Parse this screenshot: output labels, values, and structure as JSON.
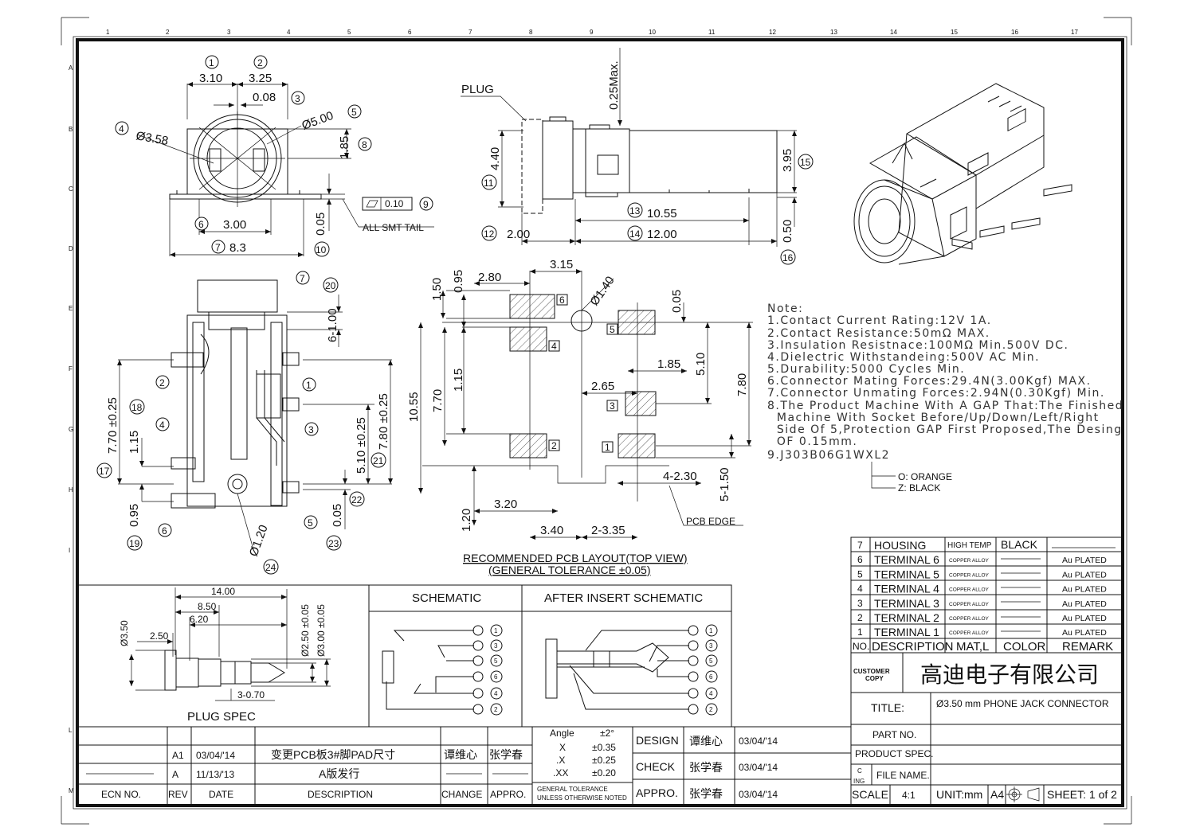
{
  "zone_numbers": [
    "1",
    "2",
    "3",
    "4",
    "5",
    "6",
    "7",
    "8",
    "9",
    "10",
    "11",
    "12",
    "13",
    "14",
    "15",
    "16",
    "17"
  ],
  "zone_letters": [
    "A",
    "B",
    "C",
    "D",
    "E",
    "F",
    "G",
    "H",
    "I",
    "L",
    "M"
  ],
  "front_view": {
    "dims": {
      "d310": "3.10",
      "d325": "3.25",
      "d008": "0.08",
      "d358": "Ø3.58",
      "d500": "Ø5.00",
      "d185": "1.85",
      "d300": "3.00",
      "d83": "8.3",
      "d005": "0.05",
      "flat": "0.10"
    },
    "callouts": [
      "1",
      "2",
      "3",
      "4",
      "5",
      "6",
      "7",
      "8",
      "9",
      "10"
    ],
    "smt": "ALL SMT TAIL"
  },
  "side_view": {
    "plug": "PLUG",
    "dims": {
      "d025max": "0.25Max.",
      "d440": "4.40",
      "d395": "3.95",
      "d1055": "10.55",
      "d200": "2.00",
      "d1200": "12.00",
      "d050": "0.50"
    },
    "callouts": [
      "11",
      "12",
      "13",
      "14",
      "15",
      "16"
    ]
  },
  "bottom_view": {
    "dims": {
      "d100": "6-1.00",
      "d770": "7.70 ±0.25",
      "d115": "1.15",
      "d095": "0.95",
      "d510": "5.10 ±0.25",
      "d780": "7.80 ±0.25",
      "d005": "0.05",
      "d120": "Ø1.20"
    },
    "callouts": [
      "1",
      "2",
      "3",
      "4",
      "5",
      "6",
      "7",
      "17",
      "18",
      "19",
      "20",
      "21",
      "22",
      "23",
      "24"
    ]
  },
  "pcb_layout": {
    "dims": {
      "d150": "1.50",
      "d095": "0.95",
      "d280": "2.80",
      "d315": "3.15",
      "d140": "Ø1.40",
      "d005": "0.05",
      "d1055": "10.55",
      "d770": "7.70",
      "d115": "1.15",
      "d185": "1.85",
      "d510": "5.10",
      "d780": "7.80",
      "d265": "2.65",
      "d230": "4-2.30",
      "d150b": "5-1.50",
      "d120": "1.20",
      "d320": "3.20",
      "d340": "3.40",
      "d335": "2-3.35"
    },
    "pads": [
      "6",
      "4",
      "5",
      "3",
      "2",
      "1"
    ],
    "pcb_edge": "PCB EDGE",
    "caption1": "RECOMMENDED PCB LAYOUT(TOP VIEW)",
    "caption2": "(GENERAL TOLERANCE ±0.05)"
  },
  "notes": {
    "title": "Note:",
    "lines": [
      "1.Contact Current Rating:12V 1A.",
      "2.Contact Resistance:50mΩ MAX.",
      "3.Insulation Resistnace:100MΩ Min.500V DC.",
      "4.Dielectric Withstandeing:500V AC Min.",
      "5.Durability:5000 Cycles Min.",
      "6.Connector Mating Forces:29.4N(3.00Kgf) MAX.",
      "7.Connector Unmating Forces:2.94N(0.30Kgf) Min.",
      "8.The Product Machine With A GAP That:The Finished",
      "  Machine With Socket Before/Up/Down/Left/Right",
      "  Side Of 5,Protection GAP First Proposed,The Desing",
      "  OF 0.15mm.",
      "9.J303B06G1WXL2"
    ],
    "opt_o": "O: ORANGE",
    "opt_z": "Z: BLACK"
  },
  "plug_spec": {
    "title": "PLUG SPEC",
    "dims": {
      "d1400": "14.00",
      "d850": "8.50",
      "d620": "6.20",
      "d250": "2.50",
      "d350": "Ø3.50",
      "d250b": "Ø2.50 ±0.05",
      "d300": "Ø3.00 ±0.05",
      "d070": "3-0.70"
    }
  },
  "schematic": {
    "title": "SCHEMATIC",
    "after": "AFTER INSERT SCHEMATIC",
    "pins": [
      "1",
      "3",
      "5",
      "6",
      "4",
      "2"
    ]
  },
  "bom": {
    "header": {
      "no": "NO.",
      "desc": "DESCRIPTION",
      "mat": "MAT,L",
      "color": "COLOR",
      "remark": "REMARK"
    },
    "rows": [
      {
        "no": "7",
        "desc": "HOUSING",
        "mat": "HIGH TEMP",
        "color": "BLACK",
        "remark": ""
      },
      {
        "no": "6",
        "desc": "TERMINAL 6",
        "mat": "COPPER ALLOY",
        "color": "",
        "remark": "Au PLATED"
      },
      {
        "no": "5",
        "desc": "TERMINAL 5",
        "mat": "COPPER ALLOY",
        "color": "",
        "remark": "Au PLATED"
      },
      {
        "no": "4",
        "desc": "TERMINAL 4",
        "mat": "COPPER ALLOY",
        "color": "",
        "remark": "Au PLATED"
      },
      {
        "no": "3",
        "desc": "TERMINAL 3",
        "mat": "COPPER ALLOY",
        "color": "",
        "remark": "Au PLATED"
      },
      {
        "no": "2",
        "desc": "TERMINAL 2",
        "mat": "COPPER ALLOY",
        "color": "",
        "remark": "Au PLATED"
      },
      {
        "no": "1",
        "desc": "TERMINAL 1",
        "mat": "COPPER ALLOY",
        "color": "",
        "remark": "Au PLATED"
      }
    ]
  },
  "title_block": {
    "customer_copy1": "CUSTOMER",
    "customer_copy2": "COPY",
    "company": "高迪电子有限公司",
    "title_label": "TITLE:",
    "title_value": "Ø3.50 mm PHONE JACK CONNECTOR",
    "part_no": "PART NO.",
    "product_spec": "PRODUCT SPEC.",
    "c_ing1": "C",
    "c_ing2": "ING",
    "file_name": "FILE NAME.",
    "scale_label": "SCALE",
    "scale_value": "4:1",
    "unit": "UNIT:mm",
    "paper": "A4",
    "sheet": "SHEET: 1 of 2",
    "design_label": "DESIGN",
    "design_name": "谭维心",
    "design_date": "03/04/'14",
    "check_label": "CHECK",
    "check_name": "张学春",
    "check_date": "03/04/'14",
    "appro_label": "APPRO.",
    "appro_name": "张学春",
    "appro_date": "03/04/'14",
    "tol_angle": "Angle",
    "tol_angle_v": "±2°",
    "tol_x": "X",
    "tol_x_v": "±0.35",
    "tol_xx": ".X",
    "tol_xx_v": "±0.25",
    "tol_xxx": ".XX",
    "tol_xxx_v": "±0.20",
    "tol_note1": "GENERAL TOLERANCE",
    "tol_note2": "UNLESS OTHERWISE NOTED"
  },
  "revisions": {
    "header": {
      "ecn": "ECN NO.",
      "rev": "REV",
      "date": "DATE",
      "desc": "DESCRIPTION",
      "change": "CHANGE",
      "appro": "APPRO."
    },
    "rows": [
      {
        "rev": "A1",
        "date": "03/04/'14",
        "desc": "变更PCB板3#脚PAD尺寸",
        "change": "谭维心",
        "appro": "张学春"
      },
      {
        "rev": "A",
        "date": "11/13/'13",
        "desc": "A版发行",
        "change": "",
        "appro": ""
      }
    ]
  }
}
